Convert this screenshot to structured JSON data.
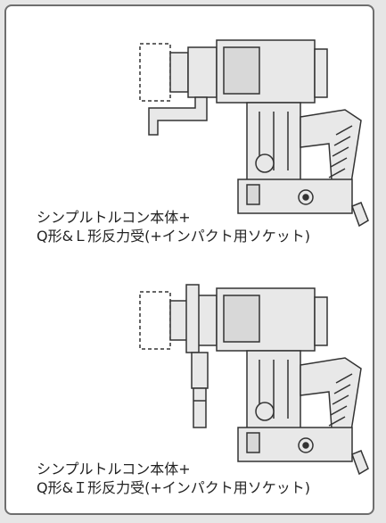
{
  "figures": [
    {
      "line1": "シンプルトルコン本体+",
      "line2": "Q形&Ｌ形反力受(+インパクト用ソケット)"
    },
    {
      "line1": "シンプルトルコン本体+",
      "line2": "Q形&Ｉ形反力受(+インパクト用ソケット)"
    }
  ],
  "colors": {
    "panel_border": "#6e6e6e",
    "page_background": "#e6e6e6",
    "tool_fill": "#e8e8e8",
    "tool_line": "#333333"
  }
}
